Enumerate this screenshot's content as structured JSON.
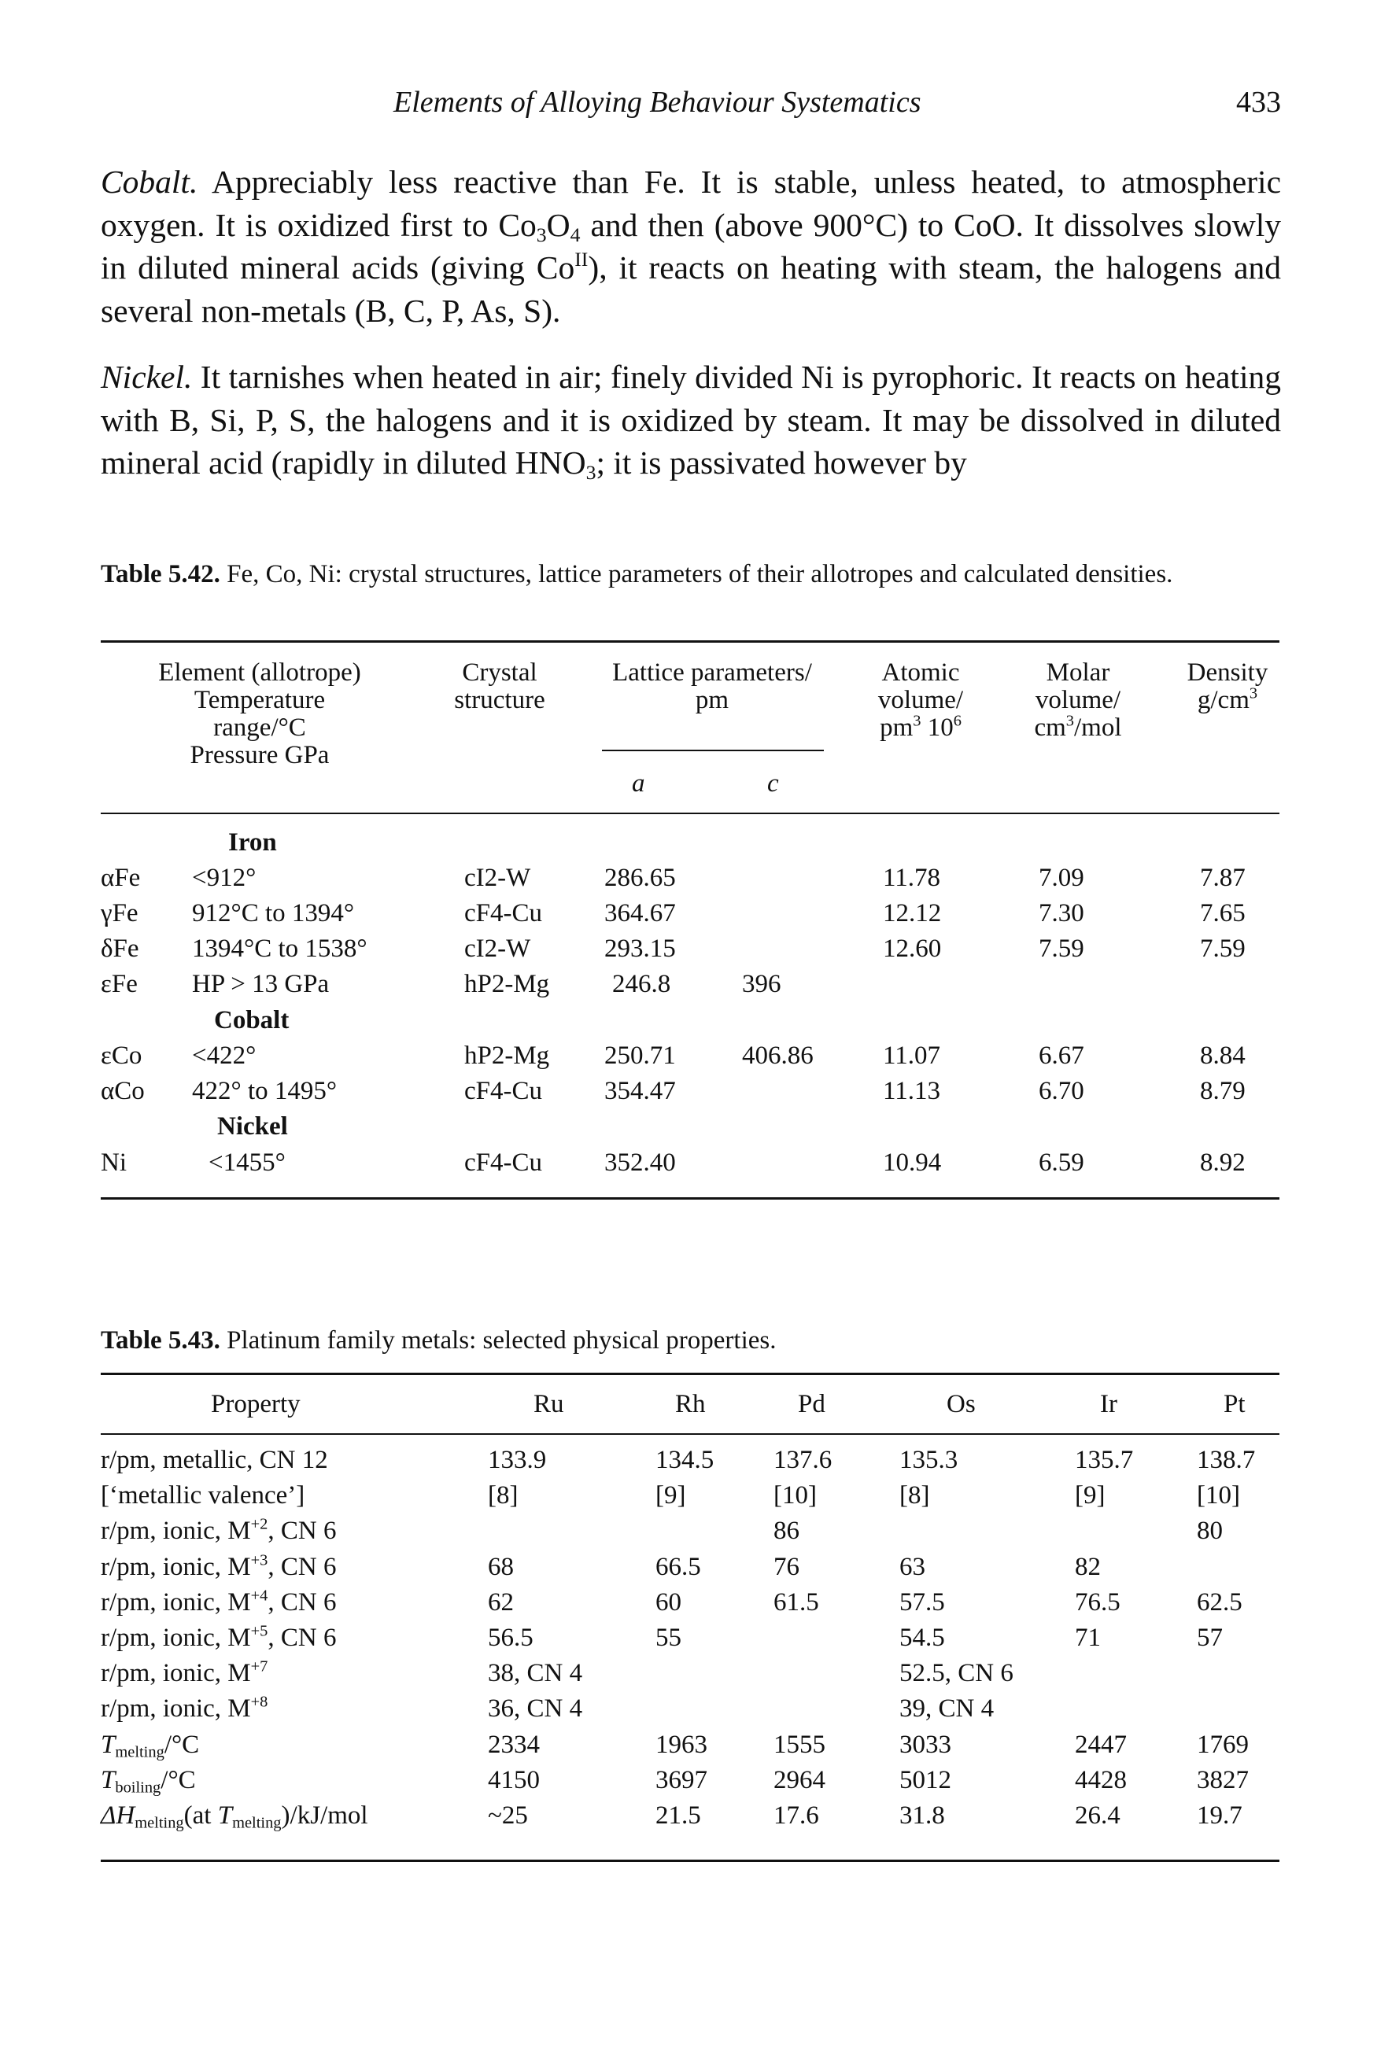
{
  "header": {
    "running_title": "Elements of Alloying Behaviour Systematics",
    "page_number": "433"
  },
  "paragraphs": {
    "cobalt": {
      "lead": "Cobalt.",
      "t1": " Appreciably less reactive than Fe. It is stable, unless heated, to atmospheric oxygen. It is oxidized first to Co",
      "s1": "3",
      "t2": "O",
      "s2": "4",
      "t3": " and then (above 900°C) to CoO. It dissolves slowly in diluted mineral acids (giving Co",
      "sup1": "II",
      "t4": "), it reacts on heating with steam, the halogens and several non-metals (B, C, P, As, S)."
    },
    "nickel": {
      "lead": "Nickel.",
      "t1": " It tarnishes when heated in air; finely divided Ni is pyrophoric. It reacts on heating with B, Si, P, S, the halogens and it is oxidized by steam. It may be dissolved in diluted mineral acid (rapidly in diluted HNO",
      "s1": "3",
      "t2": "; it is passivated however by"
    }
  },
  "table_542": {
    "caption_number": "Table 5.42.",
    "caption_text": " Fe, Co, Ni: crystal structures, lattice parameters of their allotropes and calculated densities.",
    "headers": {
      "element": [
        "Element (allotrope)",
        "Temperature",
        "range/°C",
        "Pressure GPa"
      ],
      "crystal": [
        "Crystal",
        "structure"
      ],
      "lattice": [
        "Lattice parameters/",
        "pm"
      ],
      "lattice_a": "a",
      "lattice_c": "c",
      "atomic": [
        "Atomic",
        "volume/",
        "pm",
        "3",
        " 10",
        "6"
      ],
      "molar": [
        "Molar",
        "volume/",
        "cm",
        "3",
        "/mol"
      ],
      "density": [
        "Density",
        "g/cm",
        "3"
      ]
    },
    "groups": [
      "Iron",
      "Cobalt",
      "Nickel"
    ],
    "rows": [
      {
        "el": "αFe",
        "range": "<912°",
        "struct": "cI2-W",
        "a": "286.65",
        "c": "",
        "atomic": "11.78",
        "molar": "7.09",
        "density": "7.87"
      },
      {
        "el": "γFe",
        "range": "912°C to 1394°",
        "struct": "cF4-Cu",
        "a": "364.67",
        "c": "",
        "atomic": "12.12",
        "molar": "7.30",
        "density": "7.65"
      },
      {
        "el": "δFe",
        "range": "1394°C to 1538°",
        "struct": "cI2-W",
        "a": "293.15",
        "c": "",
        "atomic": "12.60",
        "molar": "7.59",
        "density": "7.59"
      },
      {
        "el": "εFe",
        "range": "HP > 13 GPa",
        "struct": "hP2-Mg",
        "a": "246.8",
        "c": "396",
        "atomic": "",
        "molar": "",
        "density": ""
      },
      {
        "el": "εCo",
        "range": "<422°",
        "struct": "hP2-Mg",
        "a": "250.71",
        "c": "406.86",
        "atomic": "11.07",
        "molar": "6.67",
        "density": "8.84"
      },
      {
        "el": "αCo",
        "range": "422° to 1495°",
        "struct": "cF4-Cu",
        "a": "354.47",
        "c": "",
        "atomic": "11.13",
        "molar": "6.70",
        "density": "8.79"
      },
      {
        "el": "Ni",
        "range": "<1455°",
        "struct": "cF4-Cu",
        "a": "352.40",
        "c": "",
        "atomic": "10.94",
        "molar": "6.59",
        "density": "8.92"
      }
    ]
  },
  "table_543": {
    "caption_number": "Table 5.43.",
    "caption_text": " Platinum family metals: selected physical properties.",
    "headers": [
      "Property",
      "Ru",
      "Rh",
      "Pd",
      "Os",
      "Ir",
      "Pt"
    ],
    "rows": [
      {
        "prop": [
          "r/pm, metallic, CN 12"
        ],
        "vals": [
          "133.9",
          "134.5",
          "137.6",
          "135.3",
          "135.7",
          "138.7"
        ]
      },
      {
        "prop": [
          "[‘metallic valence’]"
        ],
        "vals": [
          "[8]",
          "[9]",
          "[10]",
          "[8]",
          "[9]",
          "[10]"
        ]
      },
      {
        "prop": [
          "r/pm, ionic, M",
          "+2",
          ", CN 6"
        ],
        "vals": [
          "",
          "",
          "86",
          "",
          "",
          "80"
        ]
      },
      {
        "prop": [
          "r/pm, ionic, M",
          "+3",
          ", CN 6"
        ],
        "vals": [
          "68",
          "66.5",
          "76",
          "63",
          "82",
          ""
        ]
      },
      {
        "prop": [
          "r/pm, ionic, M",
          "+4",
          ", CN 6"
        ],
        "vals": [
          "62",
          "60",
          "61.5",
          "57.5",
          "76.5",
          "62.5"
        ]
      },
      {
        "prop": [
          "r/pm, ionic, M",
          "+5",
          ", CN 6"
        ],
        "vals": [
          "56.5",
          "55",
          "",
          "54.5",
          "71",
          "57"
        ]
      },
      {
        "prop": [
          "r/pm, ionic, M",
          "+7",
          ""
        ],
        "vals": [
          "38, CN 4",
          "",
          "",
          "52.5, CN 6",
          "",
          ""
        ]
      },
      {
        "prop": [
          "r/pm, ionic, M",
          "+8",
          ""
        ],
        "vals": [
          "36, CN 4",
          "",
          "",
          "39, CN 4",
          "",
          ""
        ]
      },
      {
        "prop": [
          "T",
          "melting",
          "/°C"
        ],
        "vals": [
          "2334",
          "1963",
          "1555",
          "3033",
          "2447",
          "1769"
        ]
      },
      {
        "prop": [
          "T",
          "boiling",
          "/°C"
        ],
        "vals": [
          "4150",
          "3697",
          "2964",
          "5012",
          "4428",
          "3827"
        ]
      },
      {
        "prop": [
          "ΔH",
          "melting",
          "(at ",
          "T",
          "melting",
          ")/kJ/mol"
        ],
        "vals": [
          "~25",
          "21.5",
          "17.6",
          "31.8",
          "26.4",
          "19.7"
        ]
      }
    ]
  }
}
